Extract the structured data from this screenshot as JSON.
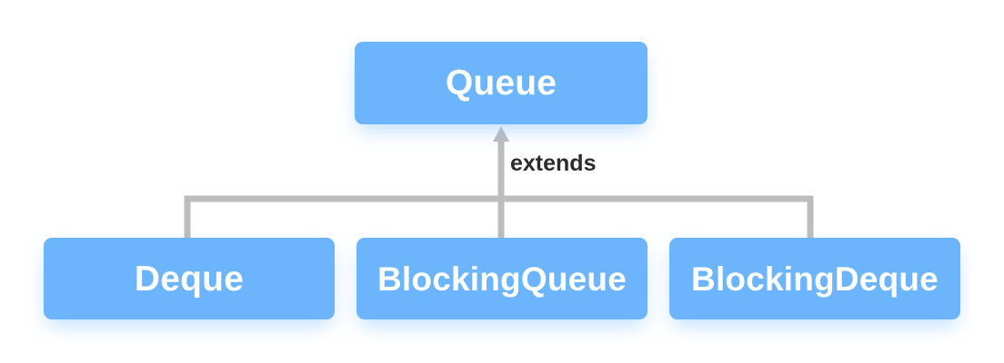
{
  "diagram": {
    "type": "class-hierarchy",
    "theme": {
      "node_fill": "#6cb5fc",
      "node_text": "#ffffff",
      "connector": "#bdbdbd",
      "label_text": "#2b2b2b",
      "background": "#ffffff"
    },
    "nodes": [
      {
        "id": "queue",
        "label": "Queue",
        "level": "parent"
      },
      {
        "id": "deque",
        "label": "Deque",
        "level": "child"
      },
      {
        "id": "blockingqueue",
        "label": "BlockingQueue",
        "level": "child"
      },
      {
        "id": "blockingdeque",
        "label": "BlockingDeque",
        "level": "child"
      }
    ],
    "edges": [
      {
        "from": "deque",
        "to": "queue",
        "label": "extends"
      },
      {
        "from": "blockingqueue",
        "to": "queue",
        "label": "extends"
      },
      {
        "from": "blockingdeque",
        "to": "queue",
        "label": "extends"
      }
    ],
    "edge_label": "extends"
  }
}
